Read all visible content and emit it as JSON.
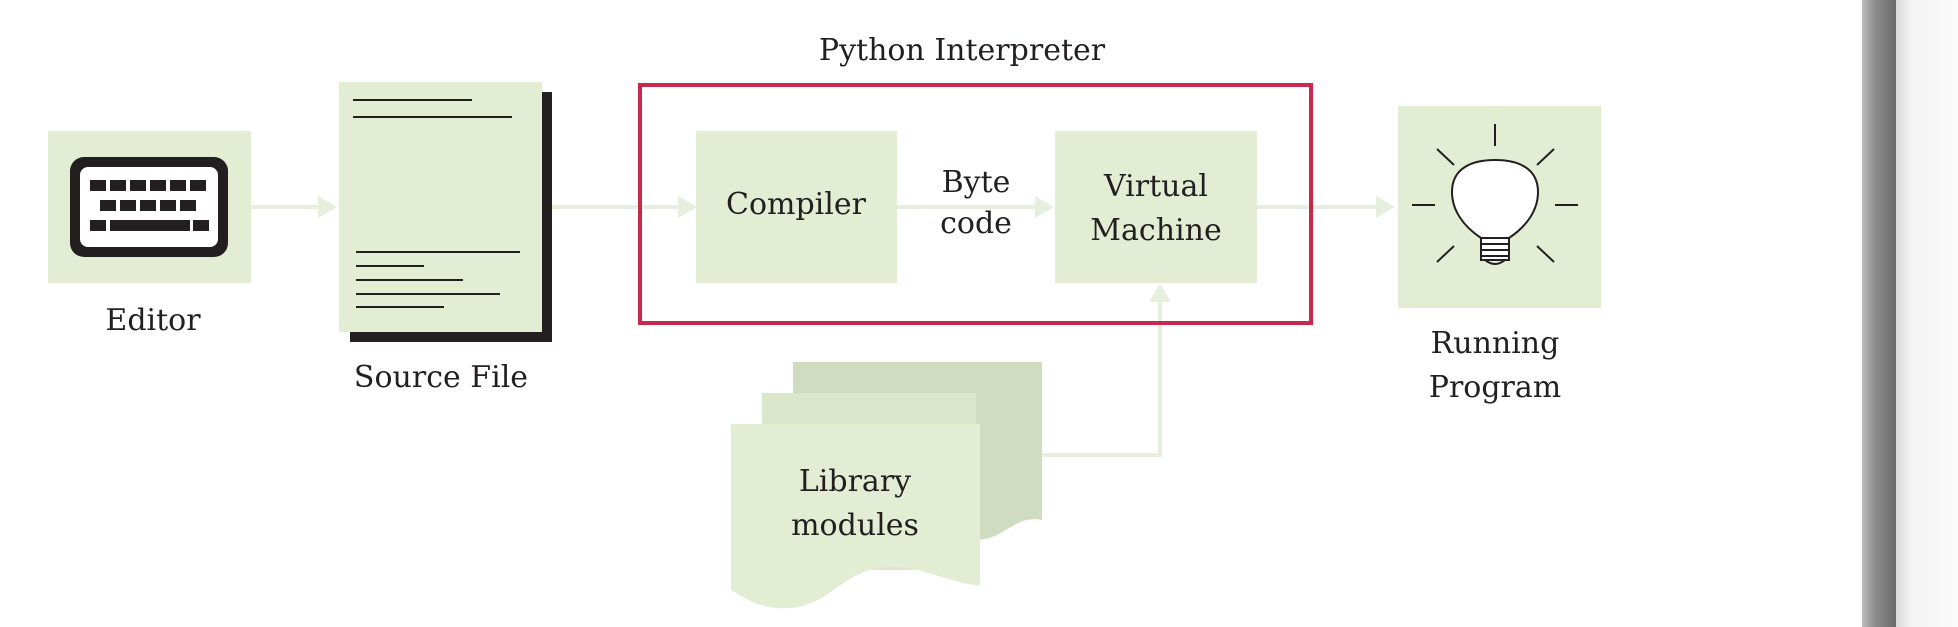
{
  "title": "Python Interpreter",
  "nodes": {
    "editor": {
      "label": "Editor",
      "icon": "keyboard-icon"
    },
    "source_file": {
      "label": "Source File",
      "icon": "document-icon"
    },
    "compiler": {
      "label": "Compiler"
    },
    "byte_code": {
      "line1": "Byte",
      "line2": "code"
    },
    "virtual_machine": {
      "line1": "Virtual",
      "line2": "Machine"
    },
    "running_program": {
      "line1": "Running",
      "line2": "Program",
      "icon": "lightbulb-icon"
    },
    "library_modules": {
      "line1": "Library",
      "line2": "modules",
      "icon": "stacked-pages-icon"
    }
  },
  "colors": {
    "box_fill": "#e3edd3",
    "box_fill_dark": "#d0dcc0",
    "arrow": "#e6eedd",
    "interpreter_border": "#c8284d",
    "text": "#231f20",
    "page_shadow": "#231f20",
    "page_edge": "#8a8a8a"
  }
}
